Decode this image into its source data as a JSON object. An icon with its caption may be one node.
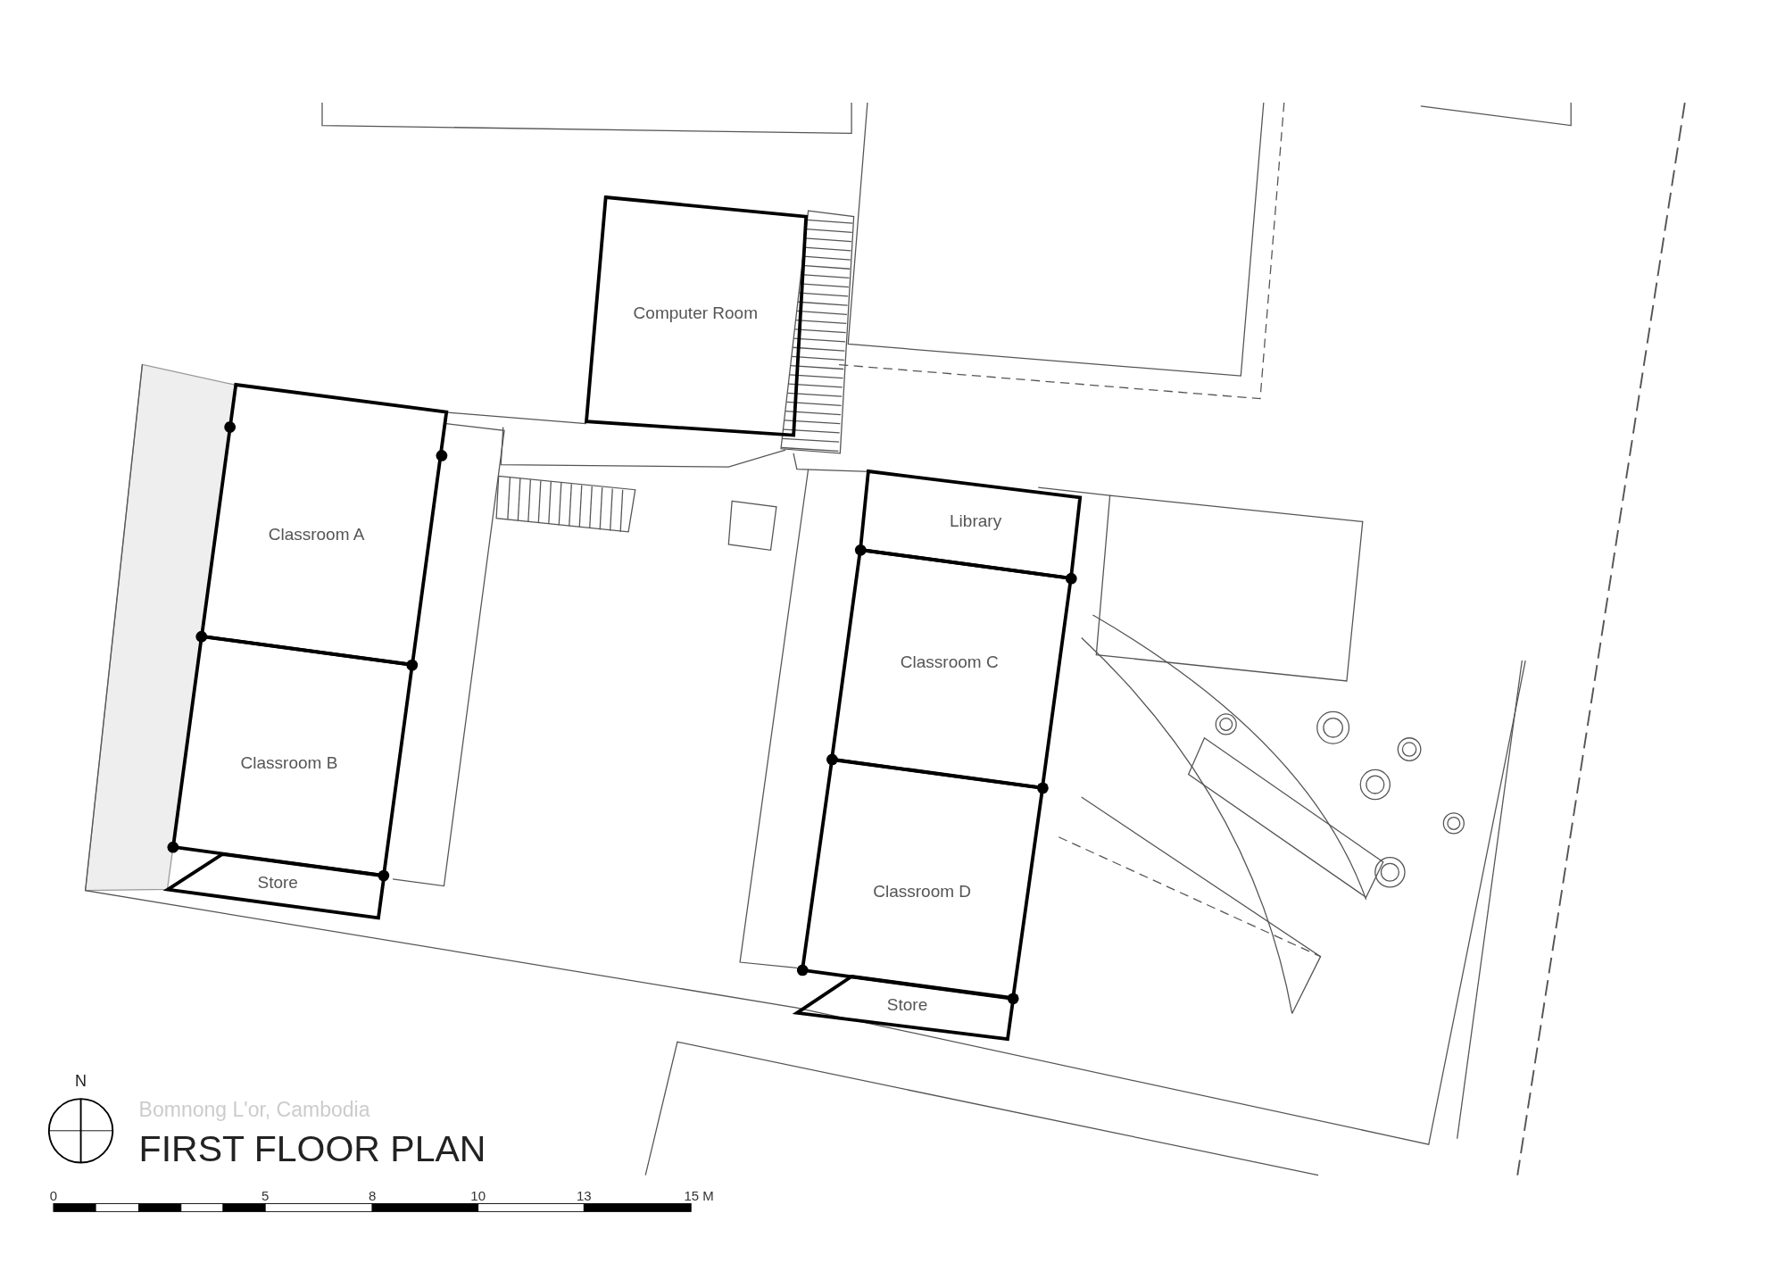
{
  "diagram": {
    "title": "FIRST FLOOR PLAN",
    "nodes": [
      {
        "text": [
          "Computer Room"
        ]
      },
      {
        "text": [
          "Classroom A"
        ]
      },
      {
        "text": [
          "Classroom B"
        ]
      },
      {
        "text": [
          "Store"
        ]
      },
      {
        "text": [
          "Library"
        ]
      },
      {
        "text": [
          "Classroom C"
        ]
      },
      {
        "text": [
          "Classroom D"
        ]
      },
      {
        "text": [
          "Store"
        ]
      }
    ],
    "labels": [
      "N",
      "Bomnong L'or, Cambodia",
      "0",
      "5",
      "8",
      "10",
      "13",
      "15 M"
    ]
  }
}
